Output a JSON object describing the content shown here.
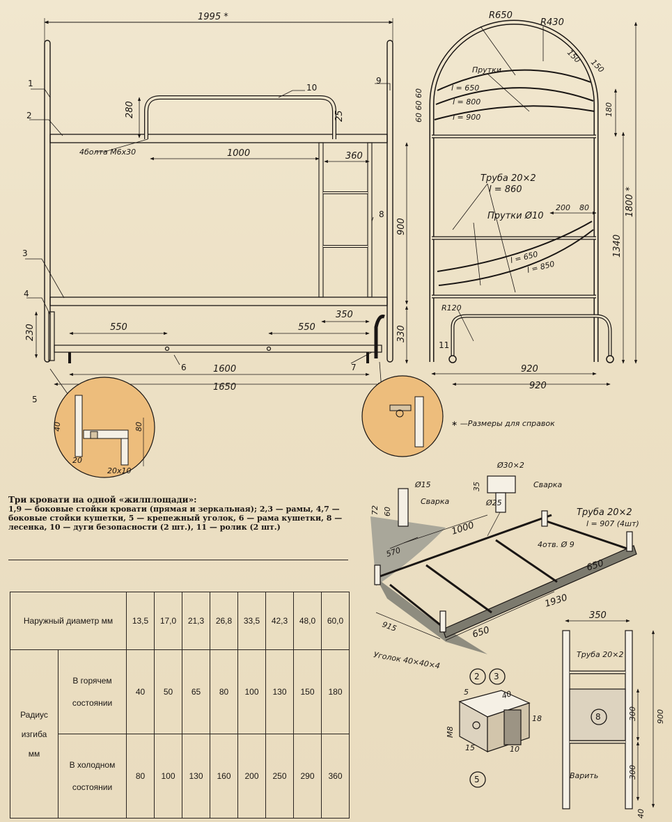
{
  "front_view": {
    "dim_total_width": "1995 *",
    "dim_280": "280",
    "dim_25": "25",
    "dim_bolts": "4болта М6х30",
    "dim_1000": "1000",
    "dim_360": "360",
    "dim_900": "900",
    "dim_350": "350",
    "dim_330": "330",
    "dim_230": "230",
    "dim_550_left": "550",
    "dim_550_right": "550",
    "dim_1600": "1600",
    "dim_1650": "1650",
    "callouts": [
      "1",
      "2",
      "3",
      "4",
      "5",
      "6",
      "7",
      "8",
      "9",
      "10"
    ]
  },
  "detail_left": {
    "dim_40": "40",
    "dim_80": "80",
    "dim_20": "20",
    "dim_20x10": "20х10"
  },
  "side_view": {
    "dim_R650": "R650",
    "dim_R430": "R430",
    "dim_150a": "150",
    "dim_150b": "150",
    "label_rods": "Прутки",
    "rod_l650": "l = 650",
    "rod_l800": "l = 800",
    "rod_l900": "l = 900",
    "dim_60_60_60": "60 60 60",
    "dim_180": "180",
    "tube_label": "Труба 20×2",
    "tube_length": "l = 860",
    "rods_d10": "Прутки Ø10",
    "dim_200": "200",
    "dim_80": "80",
    "rod_lower_650": "l = 650",
    "rod_lower_850": "l = 850",
    "dim_1800": "1800 *",
    "dim_1340": "1340",
    "dim_R120": "R120",
    "callout_11": "11",
    "dim_920_a": "920",
    "dim_920_b": "920",
    "footnote": "∗ —Размеры для справок"
  },
  "caption": {
    "title": "Три кровати на одной «жилплощади»:",
    "text": "1,9 — боковые стойки кровати (прямая и зеркальная); 2,3 — рамы, 4,7 — боковые стойки кушетки, 5 — крепежный уголок, 6 — рама кушетки, 8 — лесенка, 10 — дуги безопасности (2 шт.), 11 — ролик (2 шт.)"
  },
  "bend_table": {
    "header_label": "Наружный диаметр мм",
    "diameters": [
      "13,5",
      "17,0",
      "21,3",
      "26,8",
      "33,5",
      "42,3",
      "48,0",
      "60,0"
    ],
    "row_label_radius": "Радиус",
    "row_label_bend": "изгиба",
    "row_label_mm": "мм",
    "hot_label_1": "В горячем",
    "hot_label_2": "состоянии",
    "hot_values": [
      "40",
      "50",
      "65",
      "80",
      "100",
      "130",
      "150",
      "180"
    ],
    "cold_label_1": "В холодном",
    "cold_label_2": "состоянии",
    "cold_values": [
      "80",
      "100",
      "130",
      "160",
      "200",
      "250",
      "290",
      "360"
    ]
  },
  "frame_iso": {
    "d15": "Ø15",
    "weld_a": "Сварка",
    "dim_72": "72",
    "dim_60": "60",
    "d30x2": "Ø30×2",
    "dim_35": "35",
    "d25": "Ø25",
    "weld_b": "Сварка",
    "tube": "Труба 20×2",
    "tube_len": "l = 907 (4шт)",
    "dim_1000": "1000",
    "dim_570": "570",
    "holes": "4отв. Ø 9",
    "dim_650_a": "650",
    "dim_1930": "1930",
    "dim_915": "915",
    "dim_650_b": "650",
    "angle": "Уголок 40×40×4"
  },
  "bracket": {
    "callout_a": "2",
    "callout_b": "3",
    "callout_5": "5",
    "dim_5": "5",
    "dim_40": "40",
    "dim_18": "18",
    "dim_m8": "М8",
    "dim_15": "15",
    "dim_10": "10"
  },
  "ladder": {
    "dim_350": "350",
    "tube": "Труба 20×2",
    "callout": "8",
    "dim_900": "900",
    "dim_300a": "300",
    "dim_300b": "300",
    "weld": "Варить",
    "dim_40": "40"
  }
}
